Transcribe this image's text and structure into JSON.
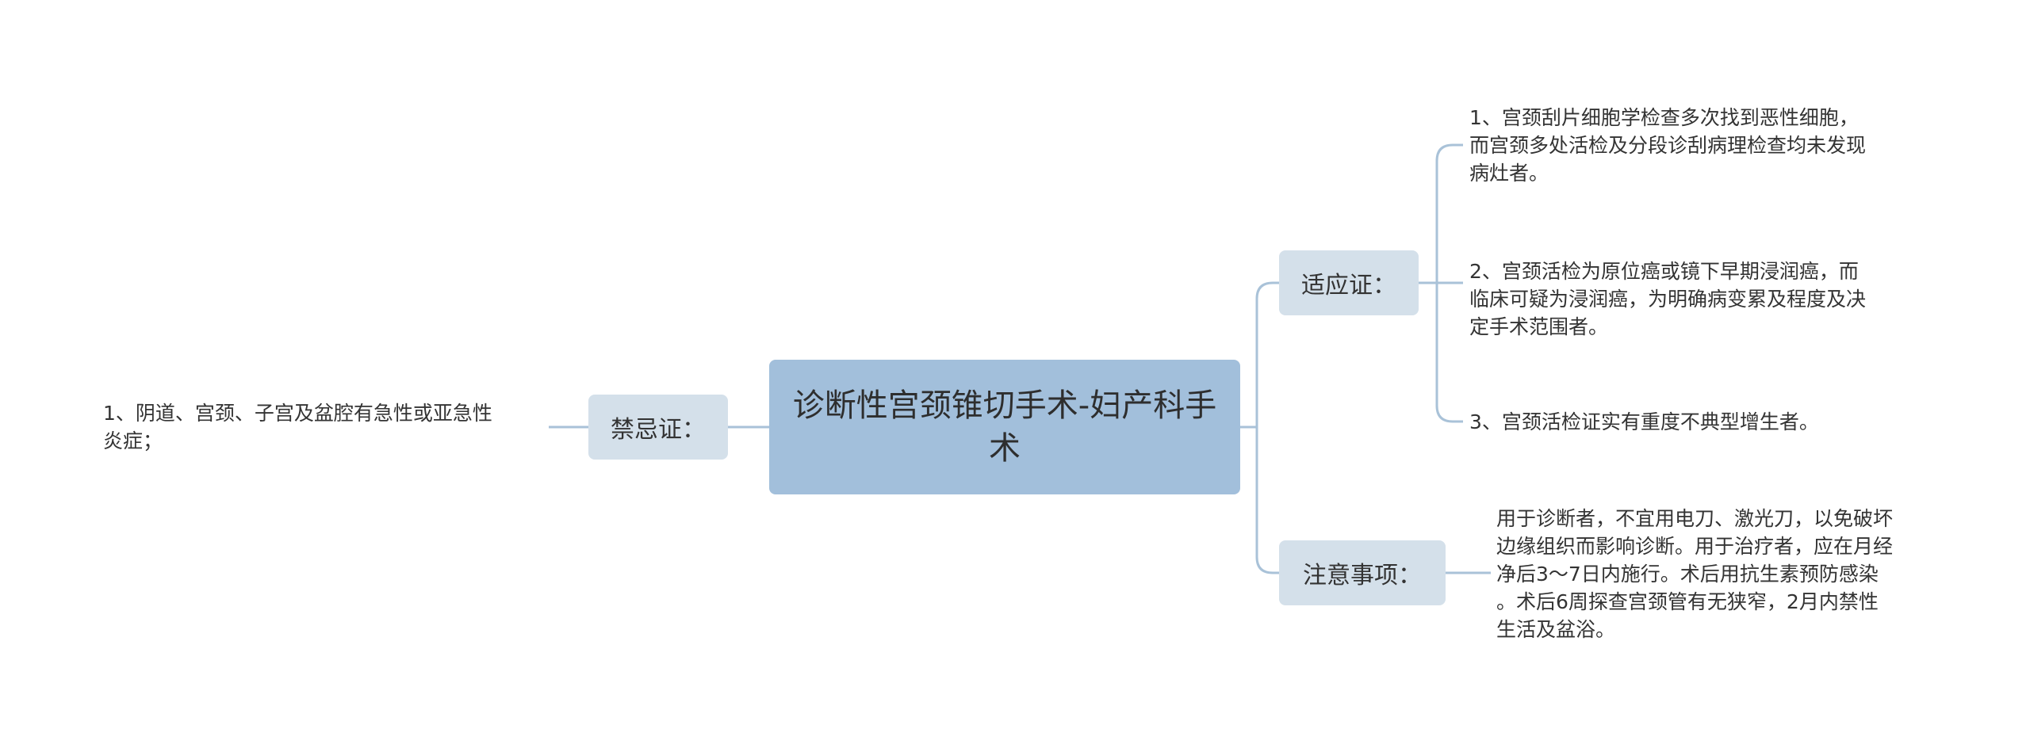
{
  "center": {
    "title": "诊断性宫颈锥切手术-妇产科手术"
  },
  "contraindications": {
    "label": "禁忌证：",
    "items": [
      "1、阴道、宫颈、子宫及盆腔有急性或亚急性\n炎症；"
    ]
  },
  "indications": {
    "label": "适应证：",
    "items": [
      "1、宫颈刮片细胞学检查多次找到恶性细胞，\n而宫颈多处活检及分段诊刮病理检查均未发现\n病灶者。",
      "2、宫颈活检为原位癌或镜下早期浸润癌，而\n临床可疑为浸润癌，为明确病变累及程度及决\n定手术范围者。",
      "3、宫颈活检证实有重度不典型增生者。"
    ]
  },
  "notes": {
    "label": "注意事项：",
    "items": [
      "用于诊断者，不宜用电刀、激光刀，以免破坏\n边缘组织而影响诊断。用于治疗者，应在月经\n净后3～7日内施行。术后用抗生素预防感染\n。术后6周探查宫颈管有无狭窄，2月内禁性\n生活及盆浴。"
    ]
  },
  "colors": {
    "connector": "#a9c2d8",
    "center_fill": "#a2bfdb",
    "branch_fill": "#d4e0ea",
    "text": "#333333"
  }
}
